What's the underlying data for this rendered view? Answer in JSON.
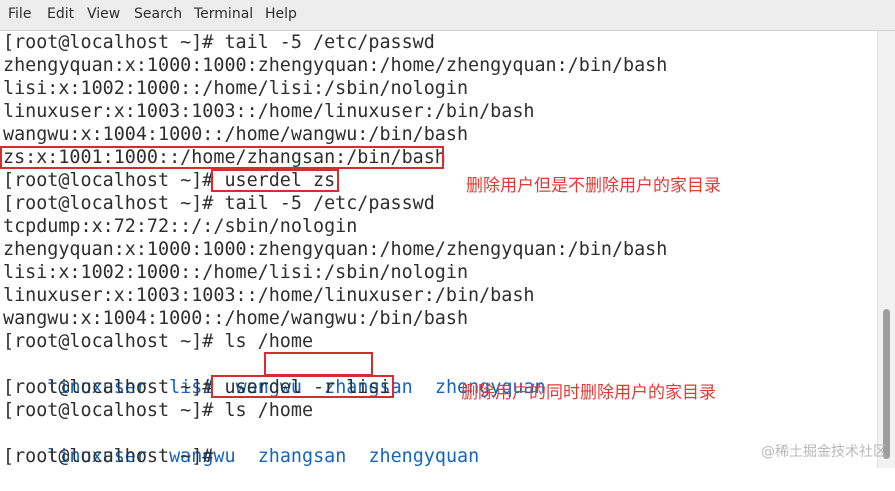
{
  "menubar": {
    "items": [
      {
        "label": "File"
      },
      {
        "label": "Edit"
      },
      {
        "label": "View"
      },
      {
        "label": "Search"
      },
      {
        "label": "Terminal"
      },
      {
        "label": "Help"
      }
    ]
  },
  "terminal": {
    "lines": [
      "[root@localhost ~]# tail -5 /etc/passwd",
      "zhengyquan:x:1000:1000:zhengyquan:/home/zhengyquan:/bin/bash",
      "lisi:x:1002:1000::/home/lisi:/sbin/nologin",
      "linuxuser:x:1003:1003::/home/linuxuser:/bin/bash",
      "wangwu:x:1004:1000::/home/wangwu:/bin/bash",
      "zs:x:1001:1000::/home/zhangsan:/bin/bash",
      "[root@localhost ~]# userdel zs",
      "[root@localhost ~]# tail -5 /etc/passwd",
      "tcpdump:x:72:72::/:/sbin/nologin",
      "zhengyquan:x:1000:1000:zhengyquan:/home/zhengyquan:/bin/bash",
      "lisi:x:1002:1000::/home/lisi:/sbin/nologin",
      "linuxuser:x:1003:1003::/home/linuxuser:/bin/bash",
      "wangwu:x:1004:1000::/home/wangwu:/bin/bash",
      "[root@localhost ~]# ls /home",
      "",
      "[root@localhost ~]# userdel -r lisi",
      "[root@localhost ~]# ls /home",
      "",
      "[root@localhost ~]#"
    ],
    "ls_output_1": [
      "linuxuser",
      "lisi",
      "wangwu",
      "zhangsan",
      "zhengyquan"
    ],
    "ls_output_2": [
      "linuxuser",
      "wangwu",
      "zhangsan",
      "zhengyquan"
    ],
    "annotations": {
      "first": "删除用户但是不删除用户的家目录",
      "second": "删除用户的同时删除用户的家目录"
    },
    "colors": {
      "text": "#2e2e2e",
      "directory": "#1565c0",
      "highlight": "#d32f2f",
      "annotation": "#e53935"
    }
  },
  "watermark": "@稀土掘金技术社区"
}
